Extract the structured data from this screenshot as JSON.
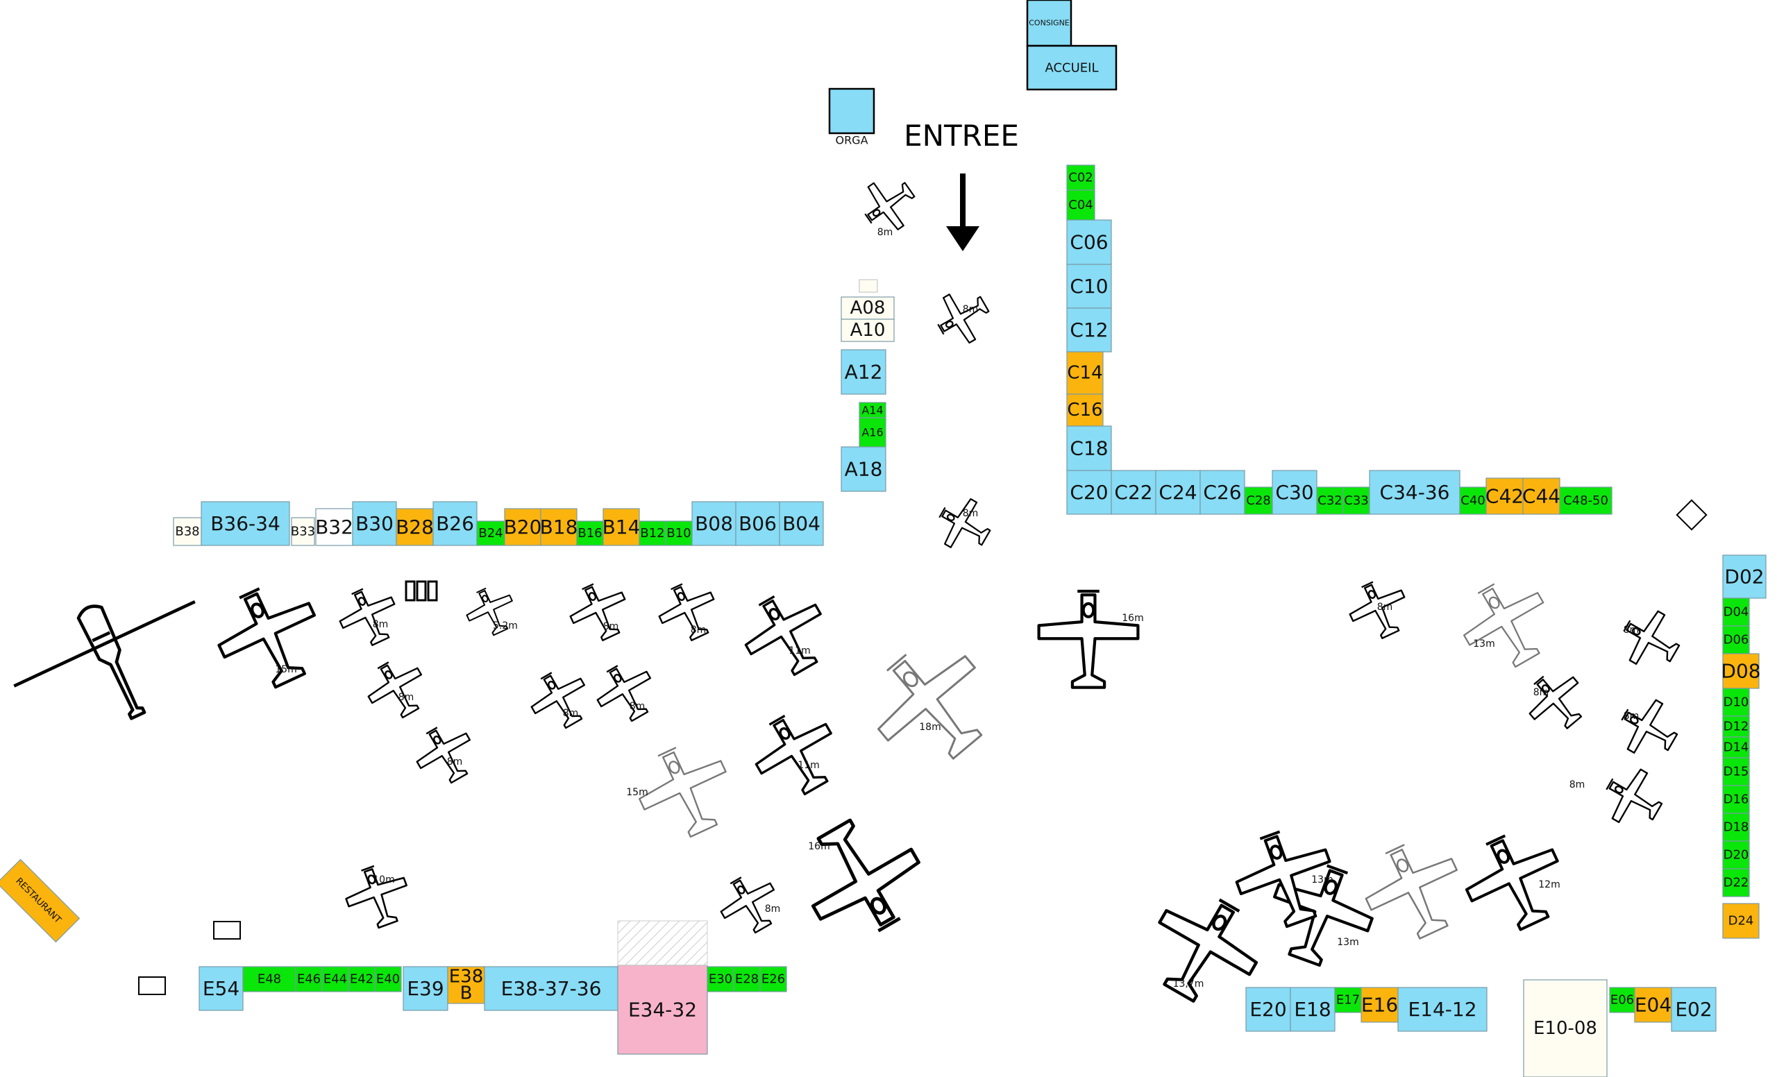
{
  "colors": {
    "blue": "#88dcf5",
    "green": "#0ae60a",
    "orange": "#fbb40e",
    "pink": "#f7b3c9",
    "cream": "#fffdf2",
    "white": "#ffffff",
    "outline": "#000000"
  },
  "entrance": {
    "label": "ENTREE",
    "arrow": "arrow-down-icon"
  },
  "facilities": [
    {
      "key": "consigne",
      "label": "CONSIGNE"
    },
    {
      "key": "accueil",
      "label": "ACCUEIL"
    },
    {
      "key": "orga",
      "label": "ORGA"
    },
    {
      "key": "restaurant",
      "label": "RESTAURANT"
    }
  ],
  "booths": [
    {
      "id": "C02",
      "color": "green"
    },
    {
      "id": "C04",
      "color": "green"
    },
    {
      "id": "C06",
      "color": "blue"
    },
    {
      "id": "C10",
      "color": "blue"
    },
    {
      "id": "C12",
      "color": "blue"
    },
    {
      "id": "C14",
      "color": "orange"
    },
    {
      "id": "C16",
      "color": "orange"
    },
    {
      "id": "C18",
      "color": "blue"
    },
    {
      "id": "C20",
      "color": "blue"
    },
    {
      "id": "C22",
      "color": "blue"
    },
    {
      "id": "C24",
      "color": "blue"
    },
    {
      "id": "C26",
      "color": "blue"
    },
    {
      "id": "C28",
      "color": "green"
    },
    {
      "id": "C30",
      "color": "blue"
    },
    {
      "id": "C32",
      "color": "green"
    },
    {
      "id": "C33",
      "color": "green"
    },
    {
      "id": "C34-36",
      "color": "blue"
    },
    {
      "id": "C40",
      "color": "green"
    },
    {
      "id": "C42",
      "color": "orange"
    },
    {
      "id": "C44",
      "color": "orange"
    },
    {
      "id": "C48-50",
      "color": "green"
    },
    {
      "id": "A08",
      "color": "cream"
    },
    {
      "id": "A10",
      "color": "cream"
    },
    {
      "id": "A12",
      "color": "blue"
    },
    {
      "id": "A14",
      "color": "green"
    },
    {
      "id": "A16",
      "color": "green"
    },
    {
      "id": "A18",
      "color": "blue"
    },
    {
      "id": "B38",
      "color": "cream"
    },
    {
      "id": "B36-34",
      "color": "blue"
    },
    {
      "id": "B33",
      "color": "cream"
    },
    {
      "id": "B32",
      "color": "white"
    },
    {
      "id": "B30",
      "color": "blue"
    },
    {
      "id": "B28",
      "color": "orange"
    },
    {
      "id": "B26",
      "color": "blue"
    },
    {
      "id": "B24",
      "color": "green"
    },
    {
      "id": "B20",
      "color": "orange"
    },
    {
      "id": "B18",
      "color": "orange"
    },
    {
      "id": "B16",
      "color": "green"
    },
    {
      "id": "B14",
      "color": "orange"
    },
    {
      "id": "B12",
      "color": "green"
    },
    {
      "id": "B10",
      "color": "green"
    },
    {
      "id": "B08",
      "color": "blue"
    },
    {
      "id": "B06",
      "color": "blue"
    },
    {
      "id": "B04",
      "color": "blue"
    },
    {
      "id": "D02",
      "color": "blue"
    },
    {
      "id": "D04",
      "color": "green"
    },
    {
      "id": "D06",
      "color": "green"
    },
    {
      "id": "D08",
      "color": "orange"
    },
    {
      "id": "D10",
      "color": "green"
    },
    {
      "id": "D12",
      "color": "green"
    },
    {
      "id": "D14",
      "color": "green"
    },
    {
      "id": "D15",
      "color": "green"
    },
    {
      "id": "D16",
      "color": "green"
    },
    {
      "id": "D18",
      "color": "green"
    },
    {
      "id": "D20",
      "color": "green"
    },
    {
      "id": "D22",
      "color": "green"
    },
    {
      "id": "D24",
      "color": "orange"
    },
    {
      "id": "E54",
      "color": "blue"
    },
    {
      "id": "E48",
      "color": "green"
    },
    {
      "id": "E46",
      "color": "green"
    },
    {
      "id": "E44",
      "color": "green"
    },
    {
      "id": "E42",
      "color": "green"
    },
    {
      "id": "E40",
      "color": "green"
    },
    {
      "id": "E39",
      "color": "blue"
    },
    {
      "id": "E38 B",
      "color": "orange"
    },
    {
      "id": "E38-37-36",
      "color": "blue"
    },
    {
      "id": "E34-32",
      "color": "pink"
    },
    {
      "id": "E30",
      "color": "green"
    },
    {
      "id": "E28",
      "color": "green"
    },
    {
      "id": "E26",
      "color": "green"
    },
    {
      "id": "E20",
      "color": "blue"
    },
    {
      "id": "E18",
      "color": "blue"
    },
    {
      "id": "E17",
      "color": "green"
    },
    {
      "id": "E16",
      "color": "orange"
    },
    {
      "id": "E14-12",
      "color": "blue"
    },
    {
      "id": "E10-08",
      "color": "cream"
    },
    {
      "id": "E06",
      "color": "green"
    },
    {
      "id": "E04",
      "color": "orange"
    },
    {
      "id": "E02",
      "color": "blue"
    }
  ],
  "aircraft": [
    {
      "label": "8m",
      "style": "dark"
    },
    {
      "label": "8m",
      "style": "dark"
    },
    {
      "label": "8m",
      "style": "dark"
    },
    {
      "label": "15m",
      "style": "dark"
    },
    {
      "label": "8m",
      "style": "dark"
    },
    {
      "label": "8m",
      "style": "dark"
    },
    {
      "label": "8m",
      "style": "dark"
    },
    {
      "label": "5.2m",
      "style": "dark"
    },
    {
      "label": "8m",
      "style": "dark"
    },
    {
      "label": "8m",
      "style": "dark"
    },
    {
      "label": "8m",
      "style": "dark"
    },
    {
      "label": "8m",
      "style": "dark"
    },
    {
      "label": "11m",
      "style": "dark"
    },
    {
      "label": "11m",
      "style": "dark"
    },
    {
      "label": "18m",
      "style": "light"
    },
    {
      "label": "15m",
      "style": "light"
    },
    {
      "label": "16m",
      "style": "dark"
    },
    {
      "label": "8m",
      "style": "dark"
    },
    {
      "label": "10m",
      "style": "dark"
    },
    {
      "label": "16m",
      "style": "dark"
    },
    {
      "label": "8m",
      "style": "dark"
    },
    {
      "label": "13m",
      "style": "light"
    },
    {
      "label": "8m",
      "style": "dark"
    },
    {
      "label": "8m",
      "style": "dark"
    },
    {
      "label": "8m",
      "style": "dark"
    },
    {
      "label": "8m",
      "style": "dark"
    },
    {
      "label": "13m",
      "style": "dark"
    },
    {
      "label": "13,7m",
      "style": "dark"
    },
    {
      "label": "13m",
      "style": "dark"
    },
    {
      "label": "",
      "style": "light"
    },
    {
      "label": "12m",
      "style": "dark"
    },
    {
      "label": "",
      "style": "helicopter"
    }
  ]
}
